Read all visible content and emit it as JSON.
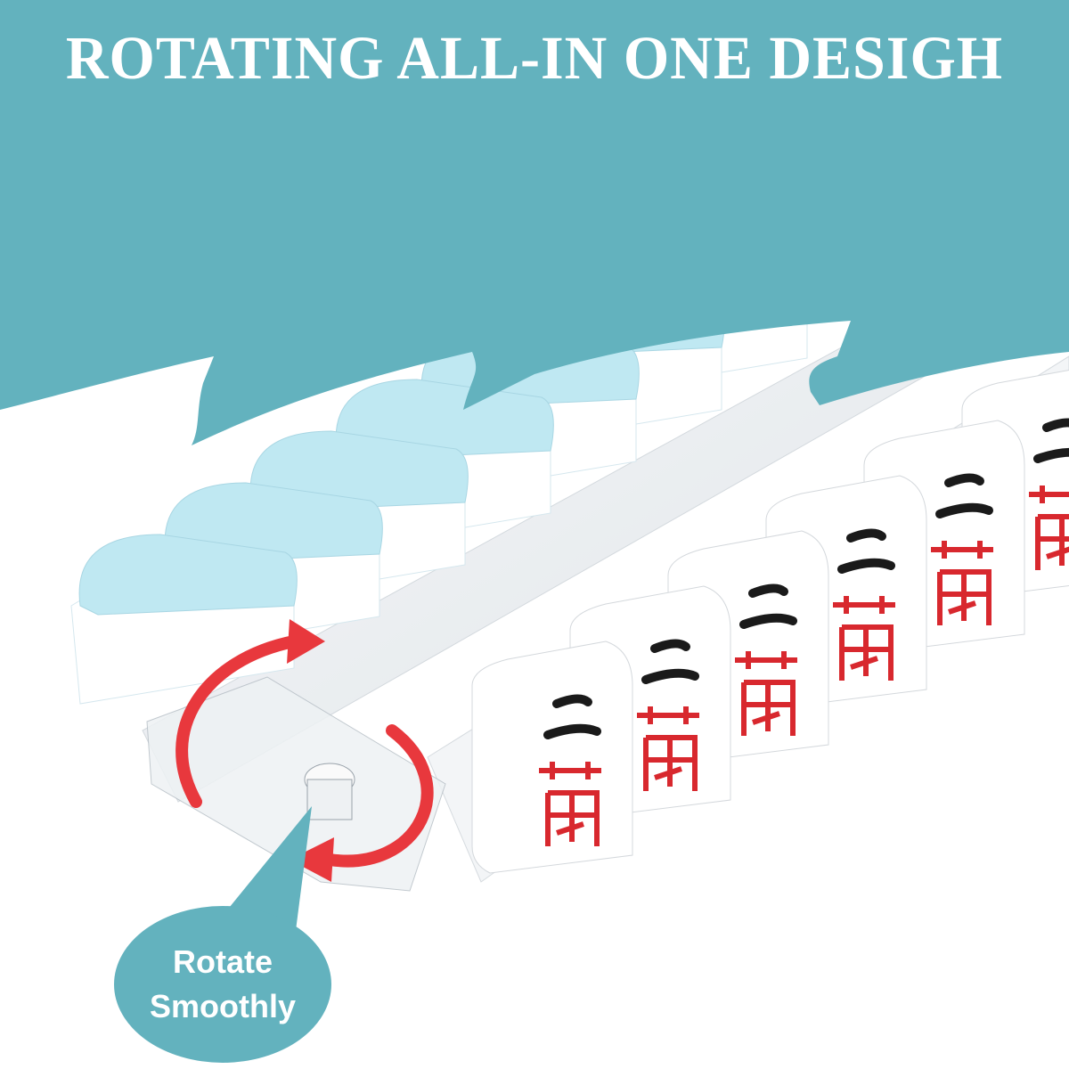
{
  "banner": {
    "headline": "ROTATING ALL-IN ONE DESIGH",
    "color": "#63b2be"
  },
  "callout": {
    "line1": "Rotate",
    "line2": "Smoothly",
    "color": "#63b2be"
  },
  "arrows": {
    "icon": "rotate-arrows-icon",
    "color": "#e8383d"
  },
  "tiles": {
    "back_color": "#bfe8f2",
    "face_color": "#ffffff",
    "glyph_number_color": "#1a1a1a",
    "glyph_suit_color": "#d8282e",
    "glyphs": [
      "二",
      "萬"
    ]
  }
}
